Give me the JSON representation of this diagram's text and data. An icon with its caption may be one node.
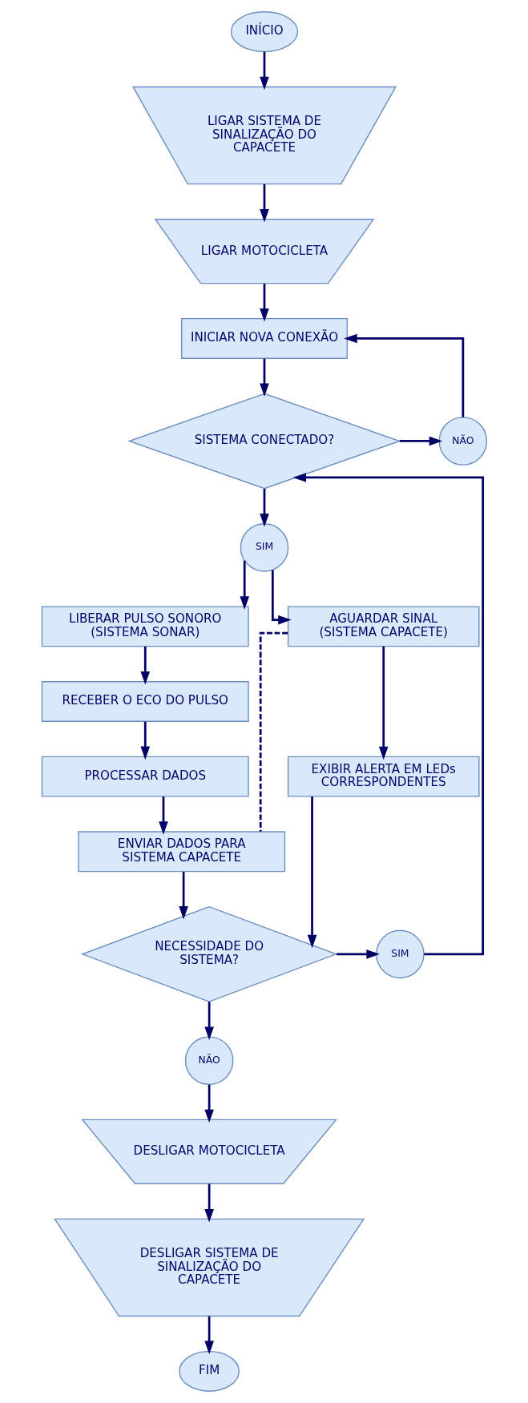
{
  "diagram": {
    "nodes": [
      {
        "text": [
          "INÍCIO"
        ]
      },
      {
        "text": [
          "LIGAR SISTEMA DE SINALIZAÇÃO DO CAPACETE"
        ]
      },
      {
        "text": [
          "LIGAR MOTOCICLETA"
        ]
      },
      {
        "text": [
          "INICIAR NOVA CONEXÃO"
        ]
      },
      {
        "text": [
          "NÃO"
        ]
      },
      {
        "text": [
          "SISTEMA CONECTADO?"
        ]
      },
      {
        "text": [
          "SIM"
        ]
      },
      {
        "text": [
          "LIBERAR PULSO SONORO (SISTEMA SONAR)"
        ]
      },
      {
        "text": [
          "AGUARDAR SINAL (SISTEMA CAPACETE)"
        ]
      },
      {
        "text": [
          "RECEBER O ECO DO PULSO"
        ]
      },
      {
        "text": [
          "PROCESSAR DADOS"
        ]
      },
      {
        "text": [
          "EXIBIR ALERTA EM LEDs CORRESPONDENTES"
        ]
      },
      {
        "text": [
          "ENVIAR DADOS PARA SISTEMA CAPACETE"
        ]
      },
      {
        "text": [
          "NECESSIDADE DO SISTEMA?"
        ]
      },
      {
        "text": [
          "SIM"
        ]
      },
      {
        "text": [
          "NÃO"
        ]
      },
      {
        "text": [
          "DESLIGAR MOTOCICLETA"
        ]
      },
      {
        "text": [
          "DESLIGAR SISTEMA DE SINALIZAÇÃO DO CAPACETE"
        ]
      },
      {
        "text": [
          "FIM"
        ]
      }
    ],
    "edges": [
      {
        "from": 0,
        "to": 1,
        "arrow": "to"
      },
      {
        "from": 1,
        "to": 2,
        "arrow": "to"
      },
      {
        "from": 2,
        "to": 3,
        "arrow": "to"
      },
      {
        "from": 3,
        "to": 5,
        "arrow": "to"
      },
      {
        "from": 5,
        "to": 4,
        "arrow": "to"
      },
      {
        "from": 4,
        "to": 3,
        "arrow": "to"
      },
      {
        "from": 5,
        "to": 6,
        "arrow": "to"
      },
      {
        "from": 6,
        "to": 8,
        "arrow": "to"
      },
      {
        "from": 6,
        "to": 7,
        "arrow": "to"
      },
      {
        "from": 7,
        "to": 9,
        "arrow": "to"
      },
      {
        "from": 9,
        "to": 10,
        "arrow": "to"
      },
      {
        "from": 10,
        "to": 12,
        "arrow": "to"
      },
      {
        "from": 8,
        "to": 11,
        "arrow": "to"
      },
      {
        "from": 8,
        "to": 12,
        "arrow": "none",
        "style": "dashed"
      },
      {
        "from": 11,
        "to": 13,
        "arrow": "to"
      },
      {
        "from": 12,
        "to": 13,
        "arrow": "to"
      },
      {
        "from": 13,
        "to": 14,
        "arrow": "to"
      },
      {
        "from": 14,
        "to": 5,
        "arrow": "to"
      },
      {
        "from": 13,
        "to": 15,
        "arrow": "to"
      },
      {
        "from": 15,
        "to": 16,
        "arrow": "to"
      },
      {
        "from": 16,
        "to": 17,
        "arrow": "to"
      },
      {
        "from": 17,
        "to": 18,
        "arrow": "to"
      }
    ]
  }
}
